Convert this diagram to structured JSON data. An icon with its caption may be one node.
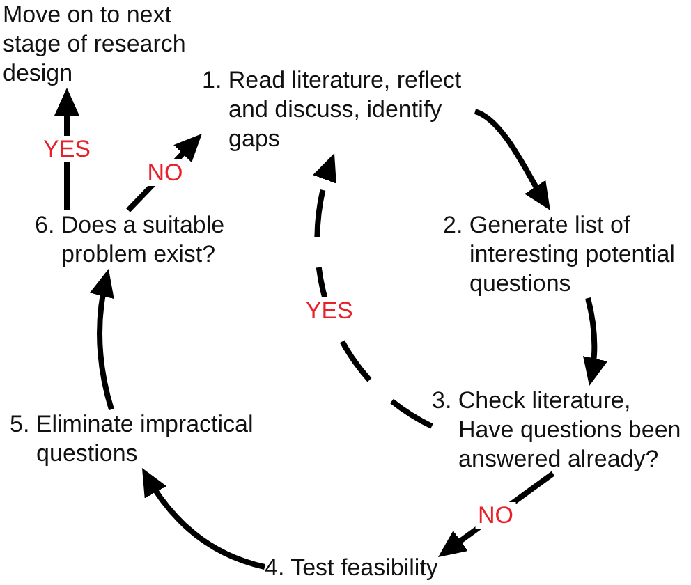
{
  "diagram": {
    "nodes": [
      {
        "text": [
          "1. Read literature, reflect and discuss, identify gaps"
        ]
      },
      {
        "text": [
          "2. Generate list of interesting potential questions"
        ]
      },
      {
        "text": [
          "3. Check literature, Have questions been answered already?"
        ]
      },
      {
        "text": [
          "4. Test feasibility"
        ]
      },
      {
        "text": [
          "5. Eliminate impractical questions"
        ]
      },
      {
        "text": [
          "6. Does a suitable problem exist?"
        ]
      },
      {
        "text": [
          "Move on to next stage of research design"
        ]
      }
    ],
    "edges": [
      {
        "from": 0,
        "to": 1,
        "arrow": "to"
      },
      {
        "from": 1,
        "to": 2,
        "arrow": "to"
      },
      {
        "from": 2,
        "to": 3,
        "arrow": "to",
        "label": "NO"
      },
      {
        "from": 3,
        "to": 4,
        "arrow": "to"
      },
      {
        "from": 4,
        "to": 5,
        "arrow": "to"
      },
      {
        "from": 5,
        "to": 0,
        "arrow": "to",
        "label": "NO"
      },
      {
        "from": 5,
        "to": 6,
        "arrow": "to",
        "label": "YES"
      },
      {
        "from": 2,
        "to": 0,
        "arrow": "to",
        "label": "YES",
        "style": "dashed"
      }
    ]
  }
}
